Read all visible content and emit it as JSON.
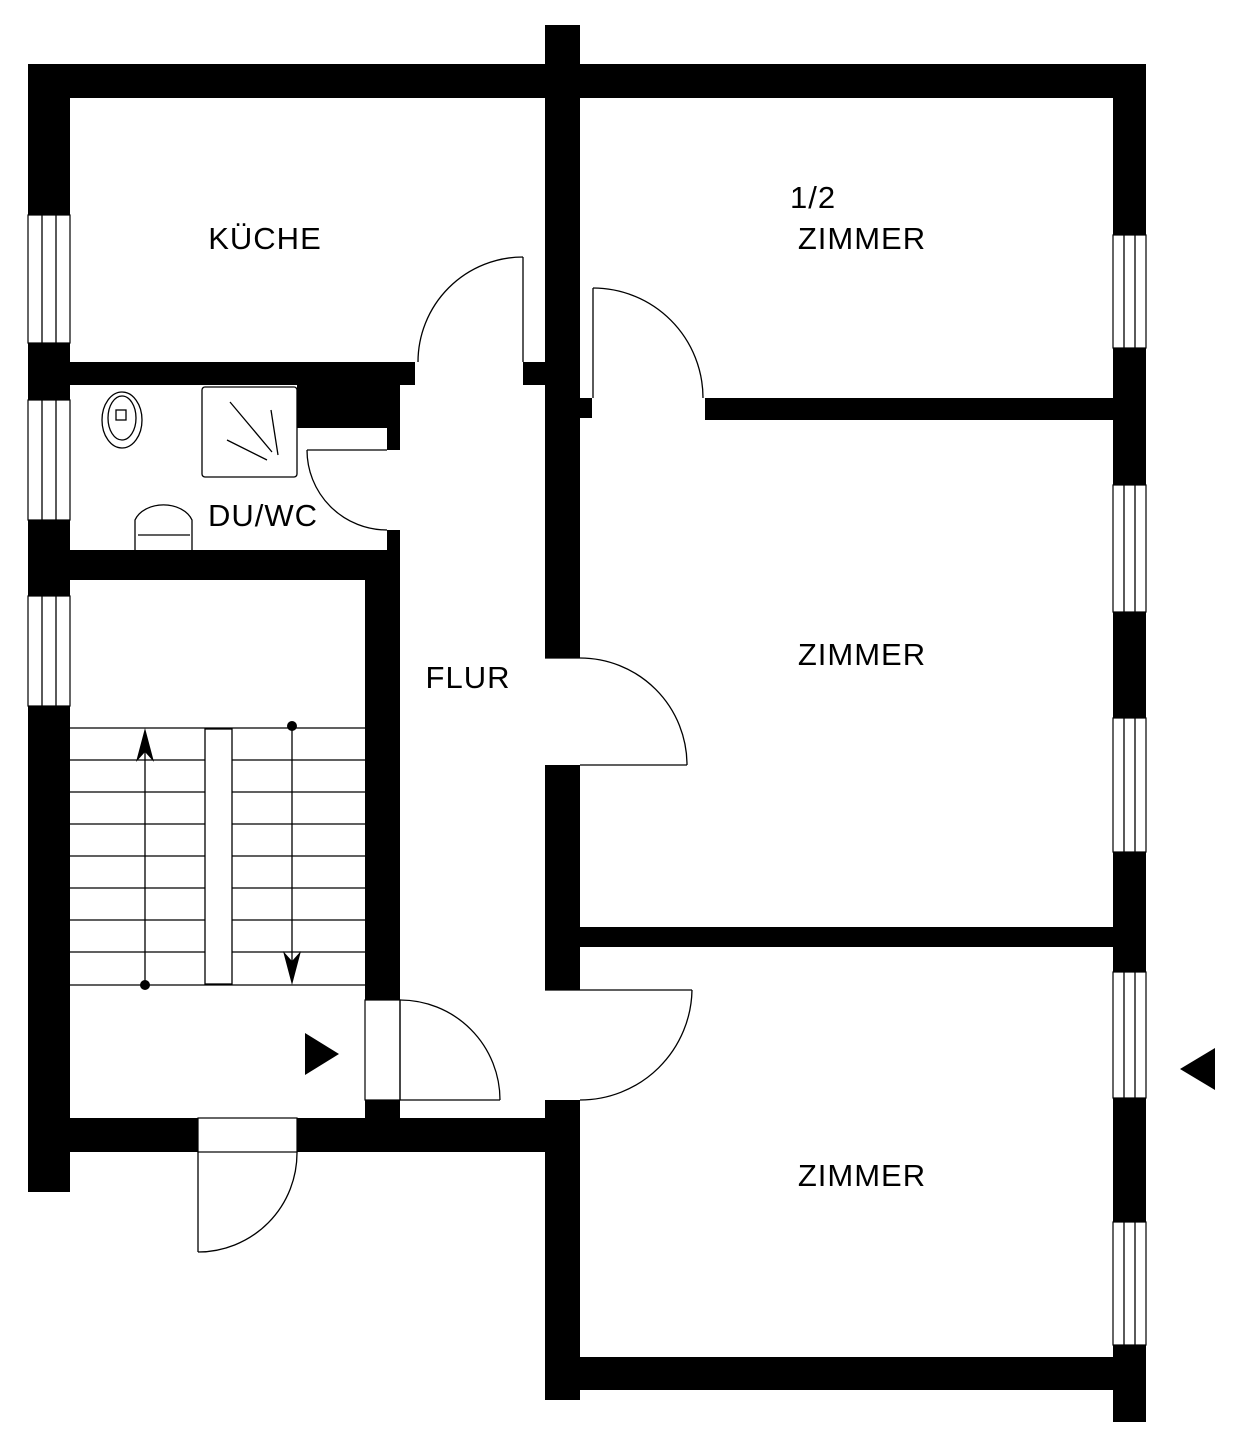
{
  "plan": {
    "rooms": {
      "kitchen": "KÜCHE",
      "half_room_fraction": "1/2",
      "half_room": "ZIMMER",
      "bathroom": "DU/WC",
      "hallway": "FLUR",
      "room_middle": "ZIMMER",
      "room_bottom": "ZIMMER"
    },
    "colors": {
      "wall": "#000000",
      "background": "#ffffff"
    }
  }
}
